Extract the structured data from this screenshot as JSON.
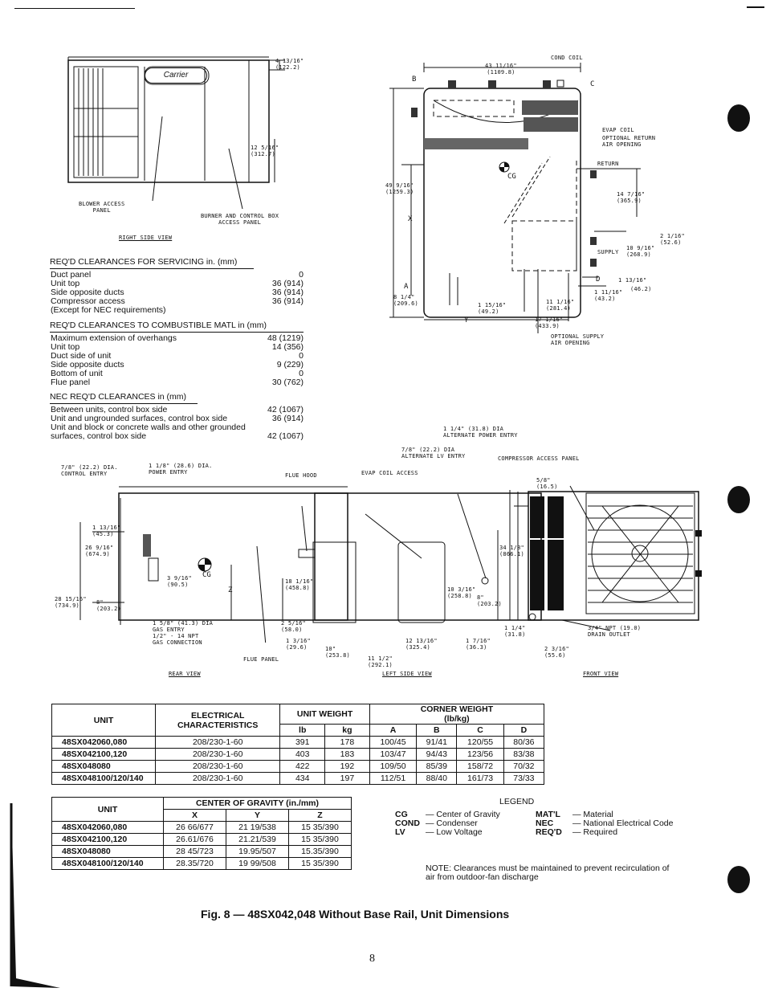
{
  "right_side_view": {
    "title": "RIGHT SIDE VIEW",
    "logo": "Carrier",
    "dim_top": "4 13/16\"",
    "dim_top_mm": "(122.2)",
    "dim_right": "12 5/16\"",
    "dim_right_mm": "(312.7)",
    "label_blower": "BLOWER ACCESS",
    "label_blower2": "PANEL",
    "label_burner": "BURNER AND CONTROL BOX",
    "label_burner2": "ACCESS PANEL"
  },
  "servicing": {
    "title": "REQ'D CLEARANCES FOR SERVICING in. (mm)",
    "rows": [
      {
        "label": "Duct panel",
        "value": "0"
      },
      {
        "label": "Unit top",
        "value": "36 (914)"
      },
      {
        "label": "Side opposite ducts",
        "value": "36 (914)"
      },
      {
        "label": "Compressor access",
        "value": "36 (914)"
      },
      {
        "label": "(Except for NEC requirements)",
        "value": ""
      }
    ]
  },
  "combustible": {
    "title": "REQ'D CLEARANCES TO COMBUSTIBLE MATL in (mm)",
    "rows": [
      {
        "label": "Maximum extension of overhangs",
        "value": "48 (1219)"
      },
      {
        "label": "Unit top",
        "value": "14 (356)"
      },
      {
        "label": "Duct side of unit",
        "value": "0"
      },
      {
        "label": "Side opposite ducts",
        "value": "9 (229)"
      },
      {
        "label": "Bottom of unit",
        "value": "0"
      },
      {
        "label": "Flue panel",
        "value": "30 (762)"
      }
    ]
  },
  "nec": {
    "title": "NEC REQ'D CLEARANCES in (mm)",
    "rows": [
      {
        "label": "Between units, control box side",
        "value": "42 (1067)"
      },
      {
        "label": "Unit and ungrounded surfaces, control box side",
        "value": "36 (914)"
      },
      {
        "label": "Unit and block or concrete walls and other grounded",
        "value": ""
      },
      {
        "label": "surfaces, control box side",
        "value": "42 (1067)"
      }
    ]
  },
  "top_view": {
    "dim_width": "43 11/16\"",
    "dim_width_mm": "(1109.8)",
    "label_b": "B",
    "label_c": "C",
    "label_a": "A",
    "label_d": "D",
    "label_x": "X",
    "label_y": "Y",
    "label_cg": "CG",
    "cond_coil": "COND COIL",
    "evap_coil": "EVAP COIL",
    "opt_return": "OPTIONAL RETURN",
    "opt_return2": "AIR OPENING",
    "return": "RETURN",
    "supply": "SUPPLY",
    "dim_height": "49 9/16\"",
    "dim_height_mm": "(1259.3)",
    "dim_14": "14 7/16\"",
    "dim_14_mm": "(365.9)",
    "dim_2": "2 1/16\"",
    "dim_2_mm": "(52.6)",
    "dim_10": "10 9/16\"",
    "dim_10_mm": "(268.9)",
    "dim_1_13": "1 13/16\"",
    "dim_1_11": "1 11/16\"",
    "dim_1_11_mm": "(43.2)",
    "dim_46": "(46.2)",
    "dim_8": "8 1/4\"",
    "dim_8_mm": "(209.6)",
    "dim_1_15": "1 15/16\"",
    "dim_1_15_mm": "(49.2)",
    "dim_11": "11 1/16\"",
    "dim_11_mm": "(281.4)",
    "dim_17": "17 1/16\"",
    "dim_17_mm": "(433.9)",
    "opt_supply": "OPTIONAL SUPPLY",
    "opt_supply2": "AIR OPENING"
  },
  "rear_view": {
    "title": "REAR VIEW",
    "control_entry": "7/8\" (22.2) DIA.",
    "control_entry2": "CONTROL ENTRY",
    "power_entry": "1 1/8\" (28.6) DIA.",
    "power_entry2": "POWER ENTRY",
    "flue_hood": "FLUE HOOD",
    "dim_1_13": "1 13/16\"",
    "dim_1_13_mm": "(45.3)",
    "dim_26": "26 9/16\"",
    "dim_26_mm": "(674.9)",
    "dim_28": "28 15/16\"",
    "dim_28_mm": "(734.9)",
    "dim_8": "8\"",
    "dim_8_mm": "(203.2)",
    "dim_3": "3 9/16\"",
    "dim_3_mm": "(90.5)",
    "label_cg": "CG",
    "label_z": "Z",
    "gas_entry": "1 5/8\" (41.3) DIA",
    "gas_entry2": "GAS ENTRY",
    "gas_entry3": "1/2\" - 14 NPT",
    "gas_entry4": "GAS CONNECTION",
    "flue_panel": "FLUE PANEL"
  },
  "left_view": {
    "title": "LEFT SIDE VIEW",
    "alt_power": "1 1/4\" (31.8) DIA",
    "alt_power2": "ALTERNATE POWER ENTRY",
    "alt_lv": "7/8\" (22.2) DIA",
    "alt_lv2": "ALTERNATE LV ENTRY",
    "evap_access": "EVAP COIL ACCESS",
    "dim_18": "18 1/16\"",
    "dim_18_mm": "(458.8)",
    "dim_2_5": "2 5/16\"",
    "dim_2_5_mm": "(58.0)",
    "dim_1_3": "1 3/16\"",
    "dim_1_3_mm": "(29.6)",
    "dim_10": "10\"",
    "dim_10_mm": "(253.8)",
    "dim_11": "11 1/2\"",
    "dim_11_mm": "(292.1)",
    "dim_12": "12 13/16\"",
    "dim_12_mm": "(325.4)",
    "dim_1_7": "1 7/16\"",
    "dim_1_7_mm": "(36.3)",
    "dim_10_3": "10 3/16\"",
    "dim_10_3_mm": "(258.8)",
    "dim_8": "8\"",
    "dim_8_mm": "(203.2)"
  },
  "front_view": {
    "title": "FRONT VIEW",
    "compressor_access": "COMPRESSOR ACCESS PANEL",
    "dim_5_8": "5/8\"",
    "dim_5_8_mm": "(16.5)",
    "dim_34": "34 1/8\"",
    "dim_34_mm": "(866.1)",
    "dim_1_1_4": "1 1/4\"",
    "dim_1_1_4_mm": "(31.8)",
    "drain": "3/4\" NPT (19.0)",
    "drain2": "DRAIN OUTLET",
    "dim_2_3": "2 3/16\"",
    "dim_2_3_mm": "(55.6)"
  },
  "weights_table": {
    "headers": {
      "unit": "UNIT",
      "electrical": "ELECTRICAL",
      "electrical2": "CHARACTERISTICS",
      "unit_weight": "UNIT WEIGHT",
      "corner_weight": "CORNER WEIGHT",
      "corner_weight2": "(lb/kg)",
      "lb": "lb",
      "kg": "kg",
      "a": "A",
      "b": "B",
      "c": "C",
      "d": "D"
    },
    "rows": [
      {
        "unit": "48SX042060,080",
        "elec": "208/230-1-60",
        "lb": "391",
        "kg": "178",
        "a": "100/45",
        "b": "91/41",
        "c": "120/55",
        "d": "80/36"
      },
      {
        "unit": "48SX042100,120",
        "elec": "208/230-1-60",
        "lb": "403",
        "kg": "183",
        "a": "103/47",
        "b": "94/43",
        "c": "123/56",
        "d": "83/38"
      },
      {
        "unit": "48SX048080",
        "elec": "208/230-1-60",
        "lb": "422",
        "kg": "192",
        "a": "109/50",
        "b": "85/39",
        "c": "158/72",
        "d": "70/32"
      },
      {
        "unit": "48SX048100/120/140",
        "elec": "208/230-1-60",
        "lb": "434",
        "kg": "197",
        "a": "112/51",
        "b": "88/40",
        "c": "161/73",
        "d": "73/33"
      }
    ]
  },
  "cg_table": {
    "headers": {
      "unit": "UNIT",
      "cg": "CENTER OF GRAVITY (in./mm)",
      "x": "X",
      "y": "Y",
      "z": "Z"
    },
    "rows": [
      {
        "unit": "48SX042060,080",
        "x": "26 66/677",
        "y": "21 19/538",
        "z": "15 35/390"
      },
      {
        "unit": "48SX042100,120",
        "x": "26.61/676",
        "y": "21.21/539",
        "z": "15 35/390"
      },
      {
        "unit": "48SX048080",
        "x": "28 45/723",
        "y": "19.95/507",
        "z": "15.35/390"
      },
      {
        "unit": "48SX048100/120/140",
        "x": "28.35/720",
        "y": "19 99/508",
        "z": "15 35/390"
      }
    ]
  },
  "legend": {
    "title": "LEGEND",
    "items": [
      {
        "abbr": "CG",
        "def": "Center of Gravity"
      },
      {
        "abbr": "COND",
        "def": "Condenser"
      },
      {
        "abbr": "LV",
        "def": "Low Voltage"
      },
      {
        "abbr": "MAT'L",
        "def": "Material"
      },
      {
        "abbr": "NEC",
        "def": "National Electrical Code"
      },
      {
        "abbr": "REQ'D",
        "def": "Required"
      }
    ],
    "note": "NOTE: Clearances must be maintained to prevent recirculation of",
    "note2": "air from outdoor-fan discharge"
  },
  "caption": "Fig. 8 — 48SX042,048 Without Base Rail, Unit Dimensions",
  "page_number": "8"
}
